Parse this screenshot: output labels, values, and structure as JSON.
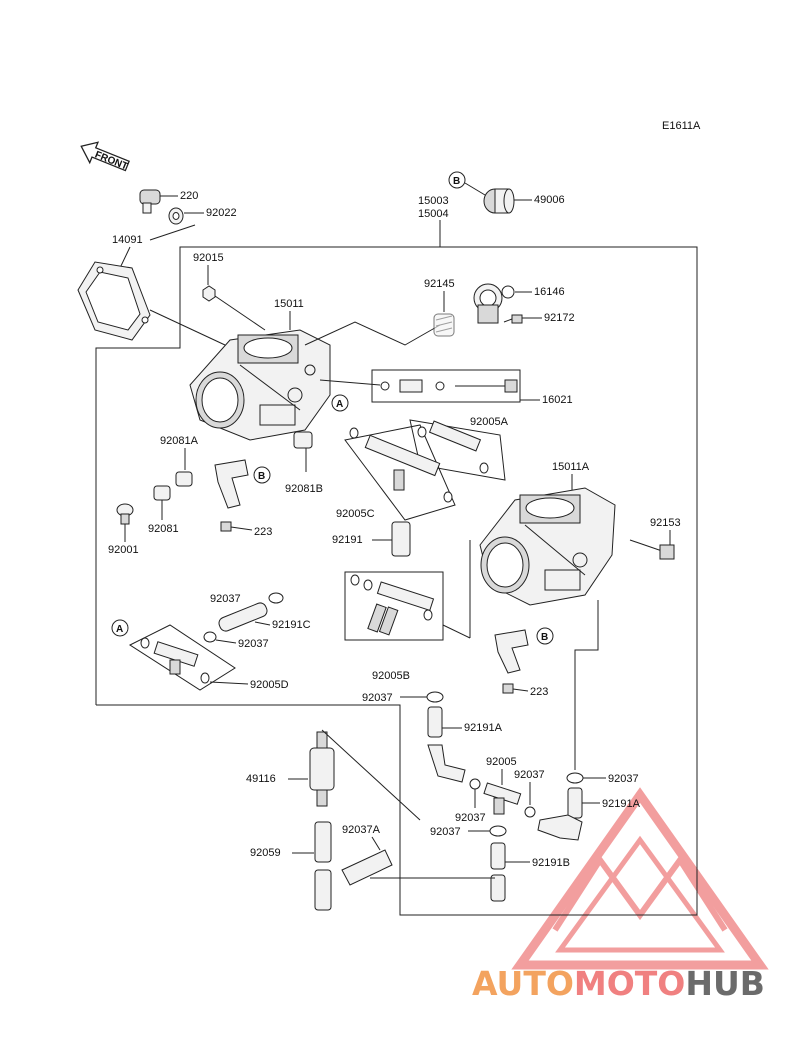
{
  "diagram": {
    "code": "E1611A",
    "front_label": "FRONT",
    "parts": {
      "p220": "220",
      "p92022": "92022",
      "p14091": "14091",
      "p15003": "15003",
      "p15004": "15004",
      "p49006": "49006",
      "p92015": "92015",
      "p15011": "15011",
      "p92145": "92145",
      "p16146": "16146",
      "p92172": "92172",
      "p16021": "16021",
      "p92005A": "92005A",
      "p92081A": "92081A",
      "p92081B": "92081B",
      "p15011A": "15011A",
      "p92081": "92081",
      "p92001": "92001",
      "p223a": "223",
      "p92005C": "92005C",
      "p92191": "92191",
      "p92153": "92153",
      "p92037a": "92037",
      "p92191C": "92191C",
      "p92037b": "92037",
      "p92005D": "92005D",
      "p92005B": "92005B",
      "p223b": "223",
      "p92037c": "92037",
      "p92191A": "92191A",
      "p49116": "49116",
      "p92005": "92005",
      "p92037d": "92037",
      "p92037e": "92037",
      "p92191A2": "92191A",
      "p92037f": "92037",
      "p92037g": "92037",
      "p92059": "92059",
      "p92037A": "92037A",
      "p92191B": "92191B"
    },
    "refs": {
      "A": "A",
      "B": "B"
    }
  },
  "watermark": {
    "part1": "AUTO",
    "part2": "MOTO",
    "part3": "HUB",
    "color1": "#f3a35f",
    "color2": "#f08080",
    "color3": "#6b6b6b"
  }
}
